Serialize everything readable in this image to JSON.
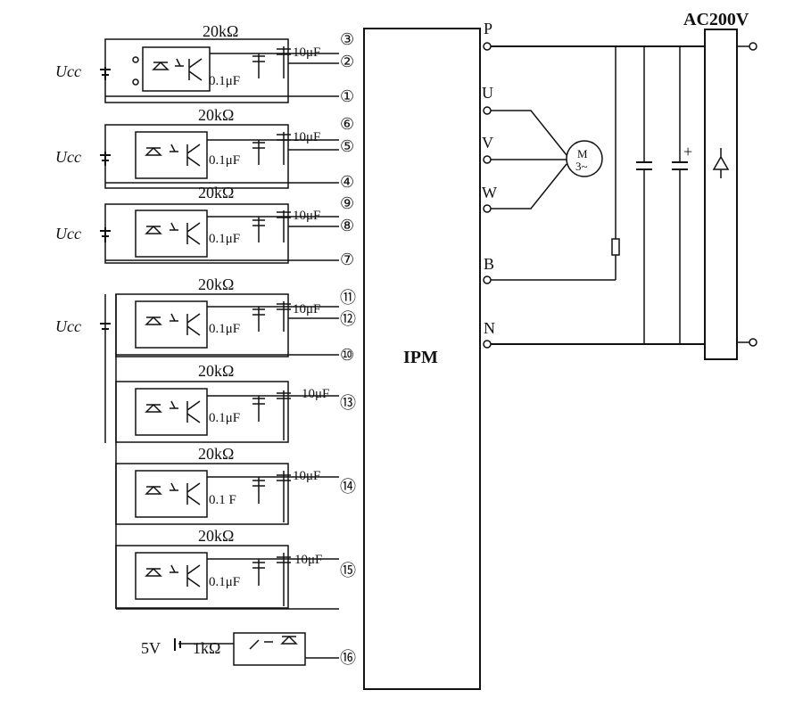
{
  "ipm_label": "IPM",
  "supply_label": "AC200V",
  "ucc_label": "Ucc",
  "five_v_label": "5V",
  "one_k_label": "1kΩ",
  "terminals": {
    "P": "P",
    "U": "U",
    "V": "V",
    "W": "W",
    "B": "B",
    "N": "N"
  },
  "motor_label": "M",
  "motor_sub": "3~",
  "plus_sign": "+",
  "channels": [
    {
      "r": "20kΩ",
      "c1": "0.1μF",
      "c2": "10μF",
      "pin_a": "③",
      "pin_b": "②",
      "pin_c": "①"
    },
    {
      "r": "20kΩ",
      "c1": "0.1μF",
      "c2": "10μF",
      "pin_a": "⑥",
      "pin_b": "⑤",
      "pin_c": "④"
    },
    {
      "r": "20kΩ",
      "c1": "0.1μF",
      "c2": "10μF",
      "pin_a": "⑨",
      "pin_b": "⑧",
      "pin_c": "⑦"
    },
    {
      "r": "20kΩ",
      "c1": "0.1μF",
      "c2": "10μF",
      "pin_a": "⑪",
      "pin_b": "⑫",
      "pin_c": "⑩"
    },
    {
      "r": "20kΩ",
      "c1": "0.1μF",
      "c2": "10μF",
      "pin_b": "⑬"
    },
    {
      "r": "20kΩ",
      "c1": "0.1 F",
      "c2": "10μF",
      "pin_b": "⑭"
    },
    {
      "r": "20kΩ",
      "c1": "0.1μF",
      "c2": "10μF",
      "pin_b": "⑮"
    }
  ],
  "fault_pin": "⑯"
}
